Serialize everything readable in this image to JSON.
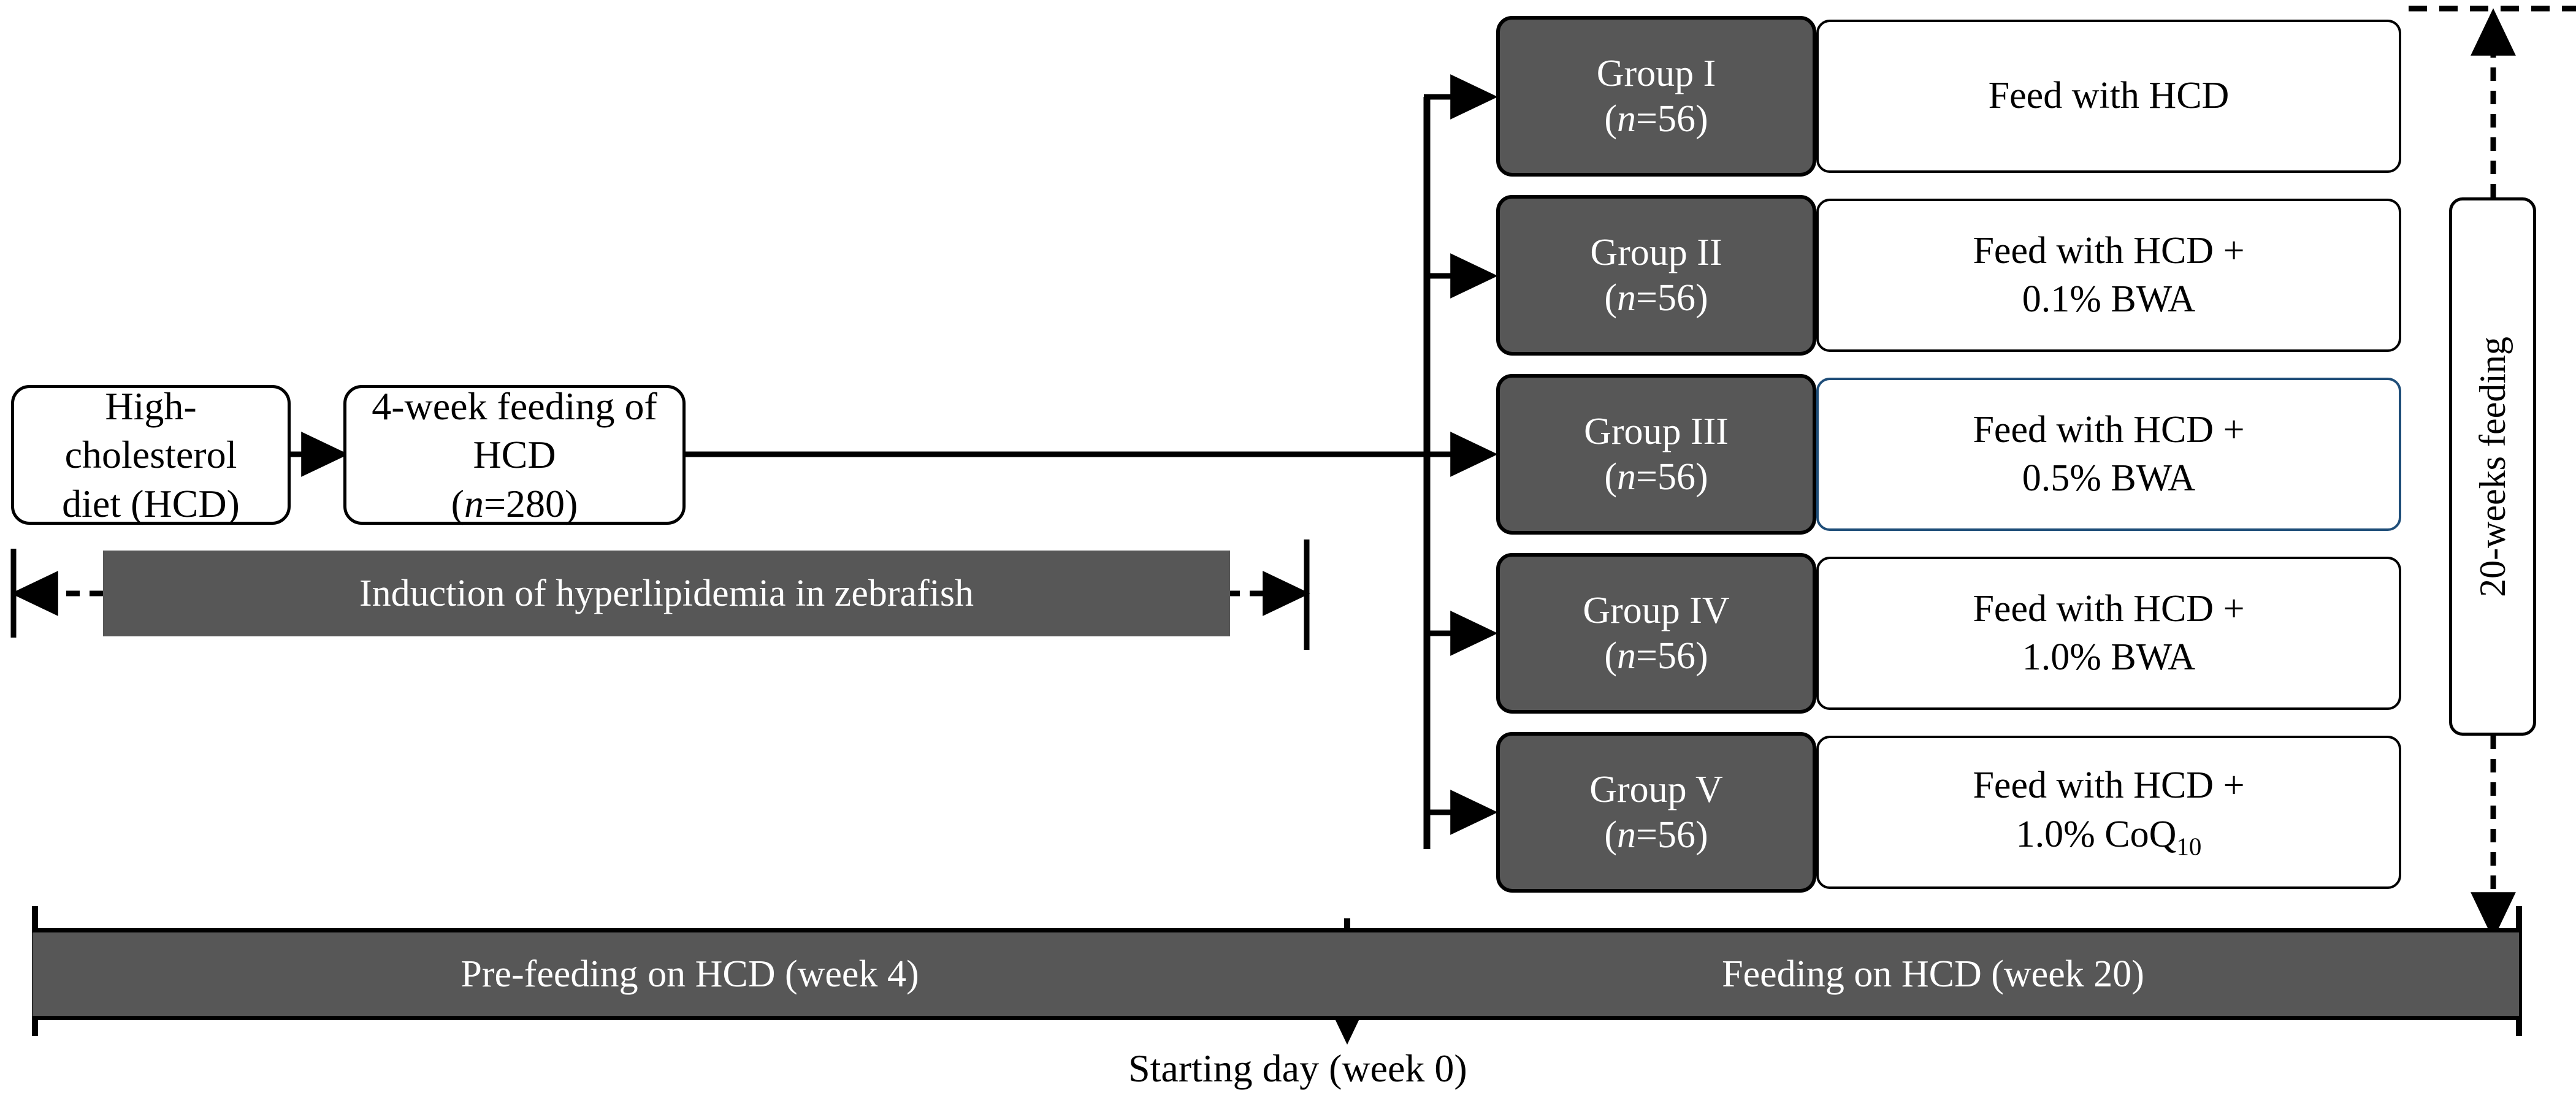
{
  "flow": {
    "start_box": {
      "line1": "High-cholesterol",
      "line2": "diet (HCD)"
    },
    "feeding_box": {
      "line1": "4-week feeding of HCD",
      "n_open": "(",
      "n_label": "n",
      "n_value": "=280",
      "n_close": ")"
    }
  },
  "induction": {
    "label": "Induction  of hyperlipidemia  in zebrafish"
  },
  "groups": [
    {
      "name": "Group I",
      "n_open": "(",
      "n_label": "n",
      "n_value": "=56",
      "n_close": ")",
      "desc_line1": "Feed with HCD",
      "desc_line2": "",
      "highlight": false
    },
    {
      "name": "Group II",
      "n_open": "(",
      "n_label": "n",
      "n_value": "=56",
      "n_close": ")",
      "desc_line1": "Feed with HCD +",
      "desc_line2": "0.1% BWA",
      "highlight": false
    },
    {
      "name": "Group III",
      "n_open": "(",
      "n_label": "n",
      "n_value": "=56",
      "n_close": ")",
      "desc_line1": "Feed with HCD +",
      "desc_line2": "0.5% BWA",
      "highlight": true
    },
    {
      "name": "Group IV",
      "n_open": "(",
      "n_label": "n",
      "n_value": "=56",
      "n_close": ")",
      "desc_line1": "Feed with HCD +",
      "desc_line2": "1.0% BWA",
      "highlight": false
    },
    {
      "name": "Group V",
      "n_open": "(",
      "n_label": "n",
      "n_value": "=56",
      "n_close": ")",
      "desc_line1": "Feed with HCD +",
      "desc_line2_pre": "1.0% CoQ",
      "desc_line2_sub": "10",
      "highlight": false
    }
  ],
  "duration": {
    "label": "20-weeks feeding"
  },
  "timeline": {
    "left_segment": "Pre-feeding on HCD (week 4)",
    "right_segment": "Feeding on HCD (week 20)",
    "marker_label": "Starting day (week 0)"
  },
  "colors": {
    "grey_fill": "#575757",
    "outline": "#000000",
    "highlight_border": "#1F4E79",
    "page_background": "#ffffff"
  }
}
